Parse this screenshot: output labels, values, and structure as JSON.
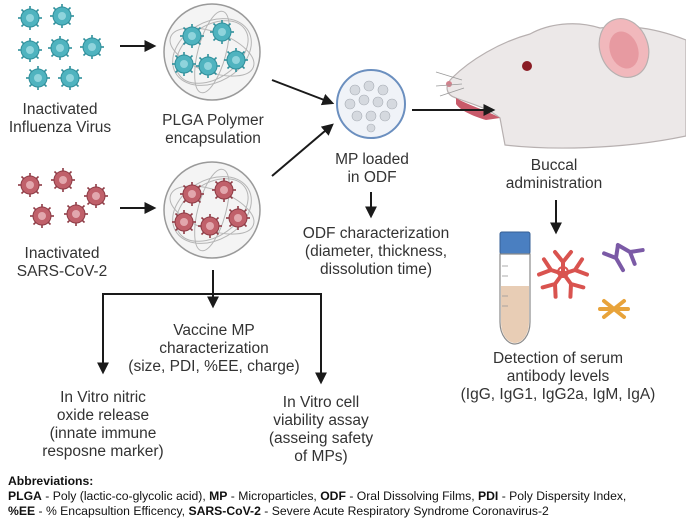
{
  "labels": {
    "influenza": "Inactivated\nInfluenza Virus",
    "sars": "Inactivated\nSARS-CoV-2",
    "plga": "PLGA Polymer\nencapsulation",
    "mp_odf": "MP loaded\nin ODF",
    "odf_char": "ODF characterization\n(diameter, thickness,\ndissolution time)",
    "buccal": "Buccal\nadministration",
    "vaccine_char": "Vaccine MP\ncharacterization\n(size, PDI, %EE, charge)",
    "nitric": "In Vitro nitric\noxide release\n(innate immune\nresposne marker)",
    "viability": "In Vitro cell\nviability assay\n(asseing safety\nof MPs)",
    "detection": "Detection of serum\nantibody levels\n(IgG, IgG1, IgG2a, IgM, IgA)"
  },
  "abbreviations": {
    "title": "Abbreviations:",
    "plga_key": "PLGA",
    "plga_val": " - Poly (lactic-co-glycolic acid), ",
    "mp_key": "MP",
    "mp_val": " - Microparticles, ",
    "odf_key": "ODF",
    "odf_val": " - Oral Dissolving Films, ",
    "pdi_key": "PDI",
    "pdi_val": " - Poly Dispersity Index,",
    "ee_key": "%EE",
    "ee_val": " - % Encapsultion Efficency, ",
    "sars_key": "SARS-CoV-2",
    "sars_val": " - Severe Acute Respiratory Syndrome Coronavirus-2"
  },
  "colors": {
    "influenza_virus": "#4fb3bf",
    "sars_virus": "#c0606a",
    "serum": "#e8cdb5",
    "antibody_red": "#d9534f",
    "antibody_purple": "#7b5aa6",
    "antibody_orange": "#e8a33a",
    "arrow": "#1a1a1a"
  }
}
